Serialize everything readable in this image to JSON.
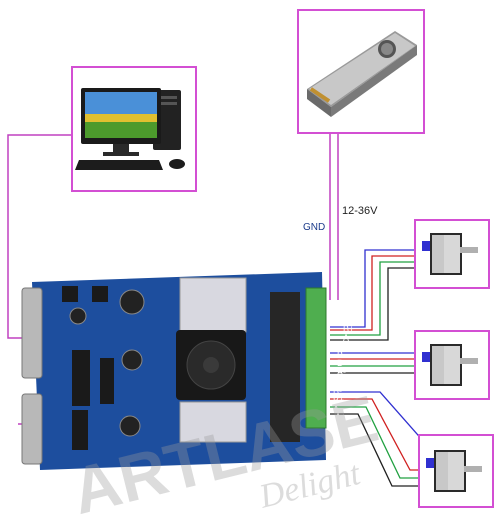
{
  "labels": {
    "gnd": "GND",
    "voltage": "12-36V"
  },
  "pins": [
    {
      "label": "B-"
    },
    {
      "label": "B+"
    },
    {
      "label": "A-"
    },
    {
      "label": "A+"
    },
    {
      "label": "B-"
    },
    {
      "label": "B+"
    },
    {
      "label": "A-"
    },
    {
      "label": "A+"
    },
    {
      "label": "B-"
    },
    {
      "label": "B+"
    },
    {
      "label": "A-"
    },
    {
      "label": "A+"
    }
  ],
  "watermark": {
    "line1": "ARTLASE",
    "line2": "Delight"
  },
  "colors": {
    "frame": "#d34fd3",
    "board": "#1d4e9e",
    "wire_magenta": "#c040c0",
    "wire_blue": "#3030d0",
    "wire_red": "#d02020",
    "wire_green": "#20a040",
    "wire_black": "#202020"
  }
}
